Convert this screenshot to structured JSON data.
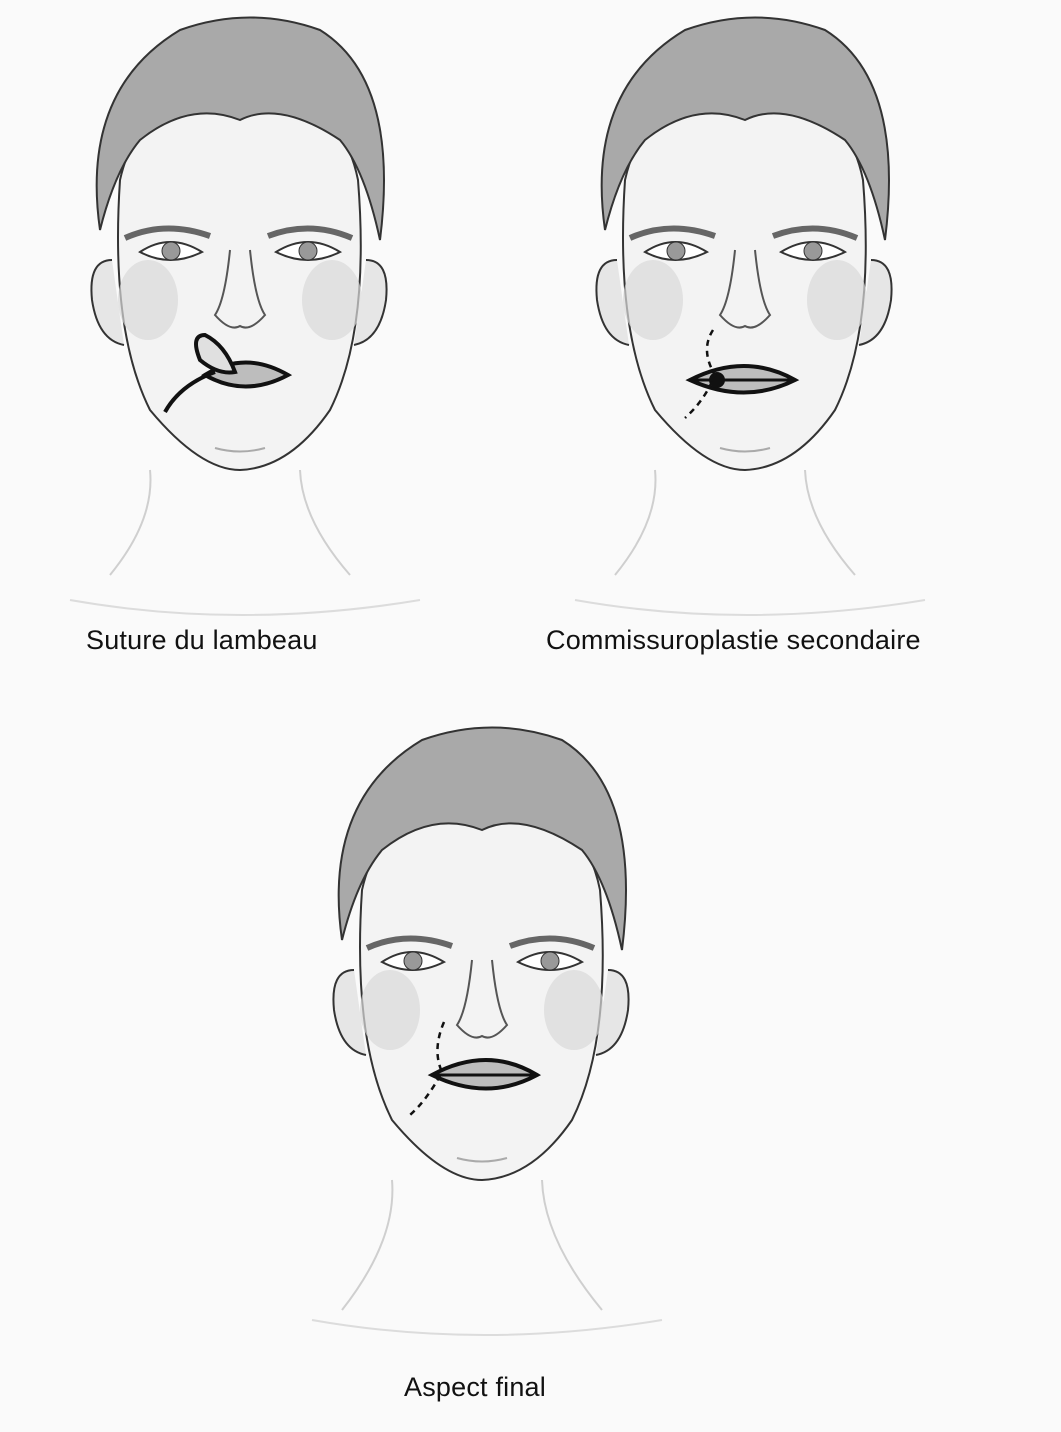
{
  "figure": {
    "panels": [
      {
        "caption": "Suture du lambeau"
      },
      {
        "caption": "Commissuroplastie secondaire"
      },
      {
        "caption": "Aspect final"
      }
    ]
  },
  "colors": {
    "background": "#fafafa",
    "hair": "#a9a9a9",
    "skin_shade": "#d8d8d8",
    "line": "#222222",
    "lips": "#888888"
  }
}
